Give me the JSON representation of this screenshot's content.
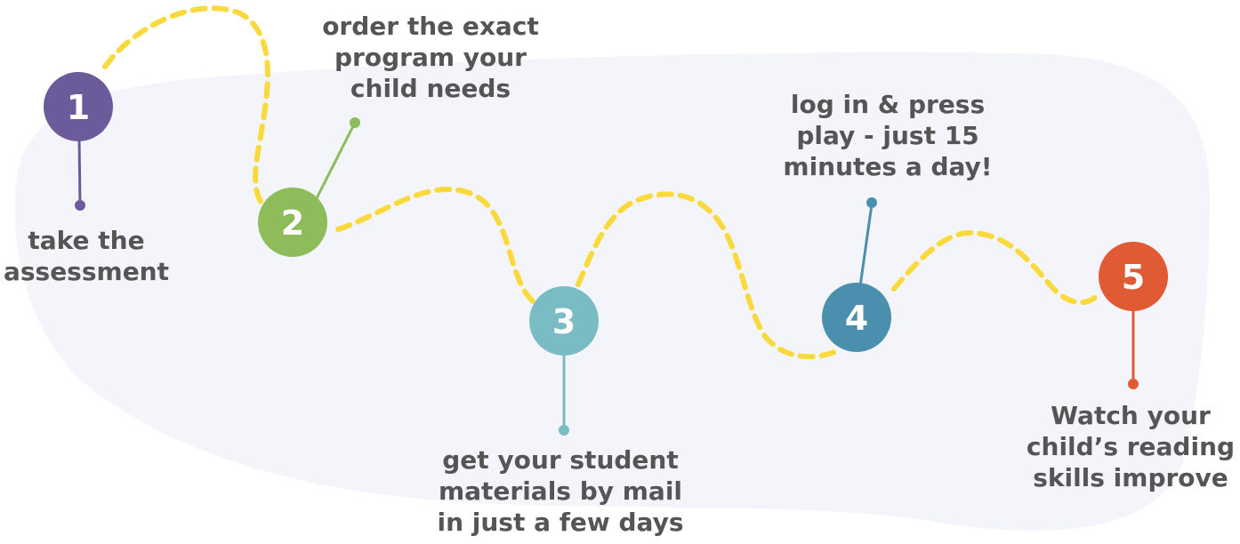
{
  "colors": {
    "background_blob": "#f3f5fb",
    "path": "#f9d93b",
    "text": "#555555",
    "step1": "#6b5b9a",
    "step2": "#8fbc5a",
    "step3": "#79bcc4",
    "step4": "#4a8fae",
    "step5": "#e05a33"
  },
  "steps": [
    {
      "number": "1",
      "lines": [
        "take the",
        "assessment"
      ]
    },
    {
      "number": "2",
      "lines": [
        "order the exact",
        "program your",
        "child needs"
      ]
    },
    {
      "number": "3",
      "lines": [
        "get your student",
        "materials by mail",
        "in just a few days"
      ]
    },
    {
      "number": "4",
      "lines": [
        "log in & press",
        "play - just 15",
        "minutes a day!"
      ]
    },
    {
      "number": "5",
      "lines": [
        "Watch your",
        "child’s reading",
        "skills improve"
      ]
    }
  ]
}
